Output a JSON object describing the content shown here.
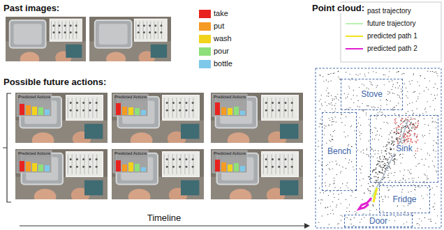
{
  "diagram": {
    "nodes": [
      {
        "text": [
          "Stove"
        ]
      },
      {
        "text": [
          "Bench"
        ]
      },
      {
        "text": [
          "Sink"
        ]
      },
      {
        "text": [
          "Fridge"
        ]
      },
      {
        "text": [
          "Door"
        ]
      }
    ],
    "labels": [
      "Past images:",
      "Possible future actions:",
      "Predicted Actions",
      "Predicted Actions",
      "Predicted Actions",
      "Predicted Actions",
      "Predicted Actions",
      "Predicted Actions",
      "Timeline",
      "Point cloud:"
    ],
    "legend": [
      {
        "text": "take",
        "color": "#e8231f"
      },
      {
        "text": "put",
        "color": "#f59a23"
      },
      {
        "text": "wash",
        "color": "#f2d31b"
      },
      {
        "text": "pour",
        "color": "#8ee07a"
      },
      {
        "text": "bottle",
        "color": "#7ec8ea"
      },
      {
        "text": "past trajectory"
      },
      {
        "text": "future trajectory"
      },
      {
        "text": "predicted path 1"
      },
      {
        "text": "predicted path 2"
      }
    ]
  }
}
